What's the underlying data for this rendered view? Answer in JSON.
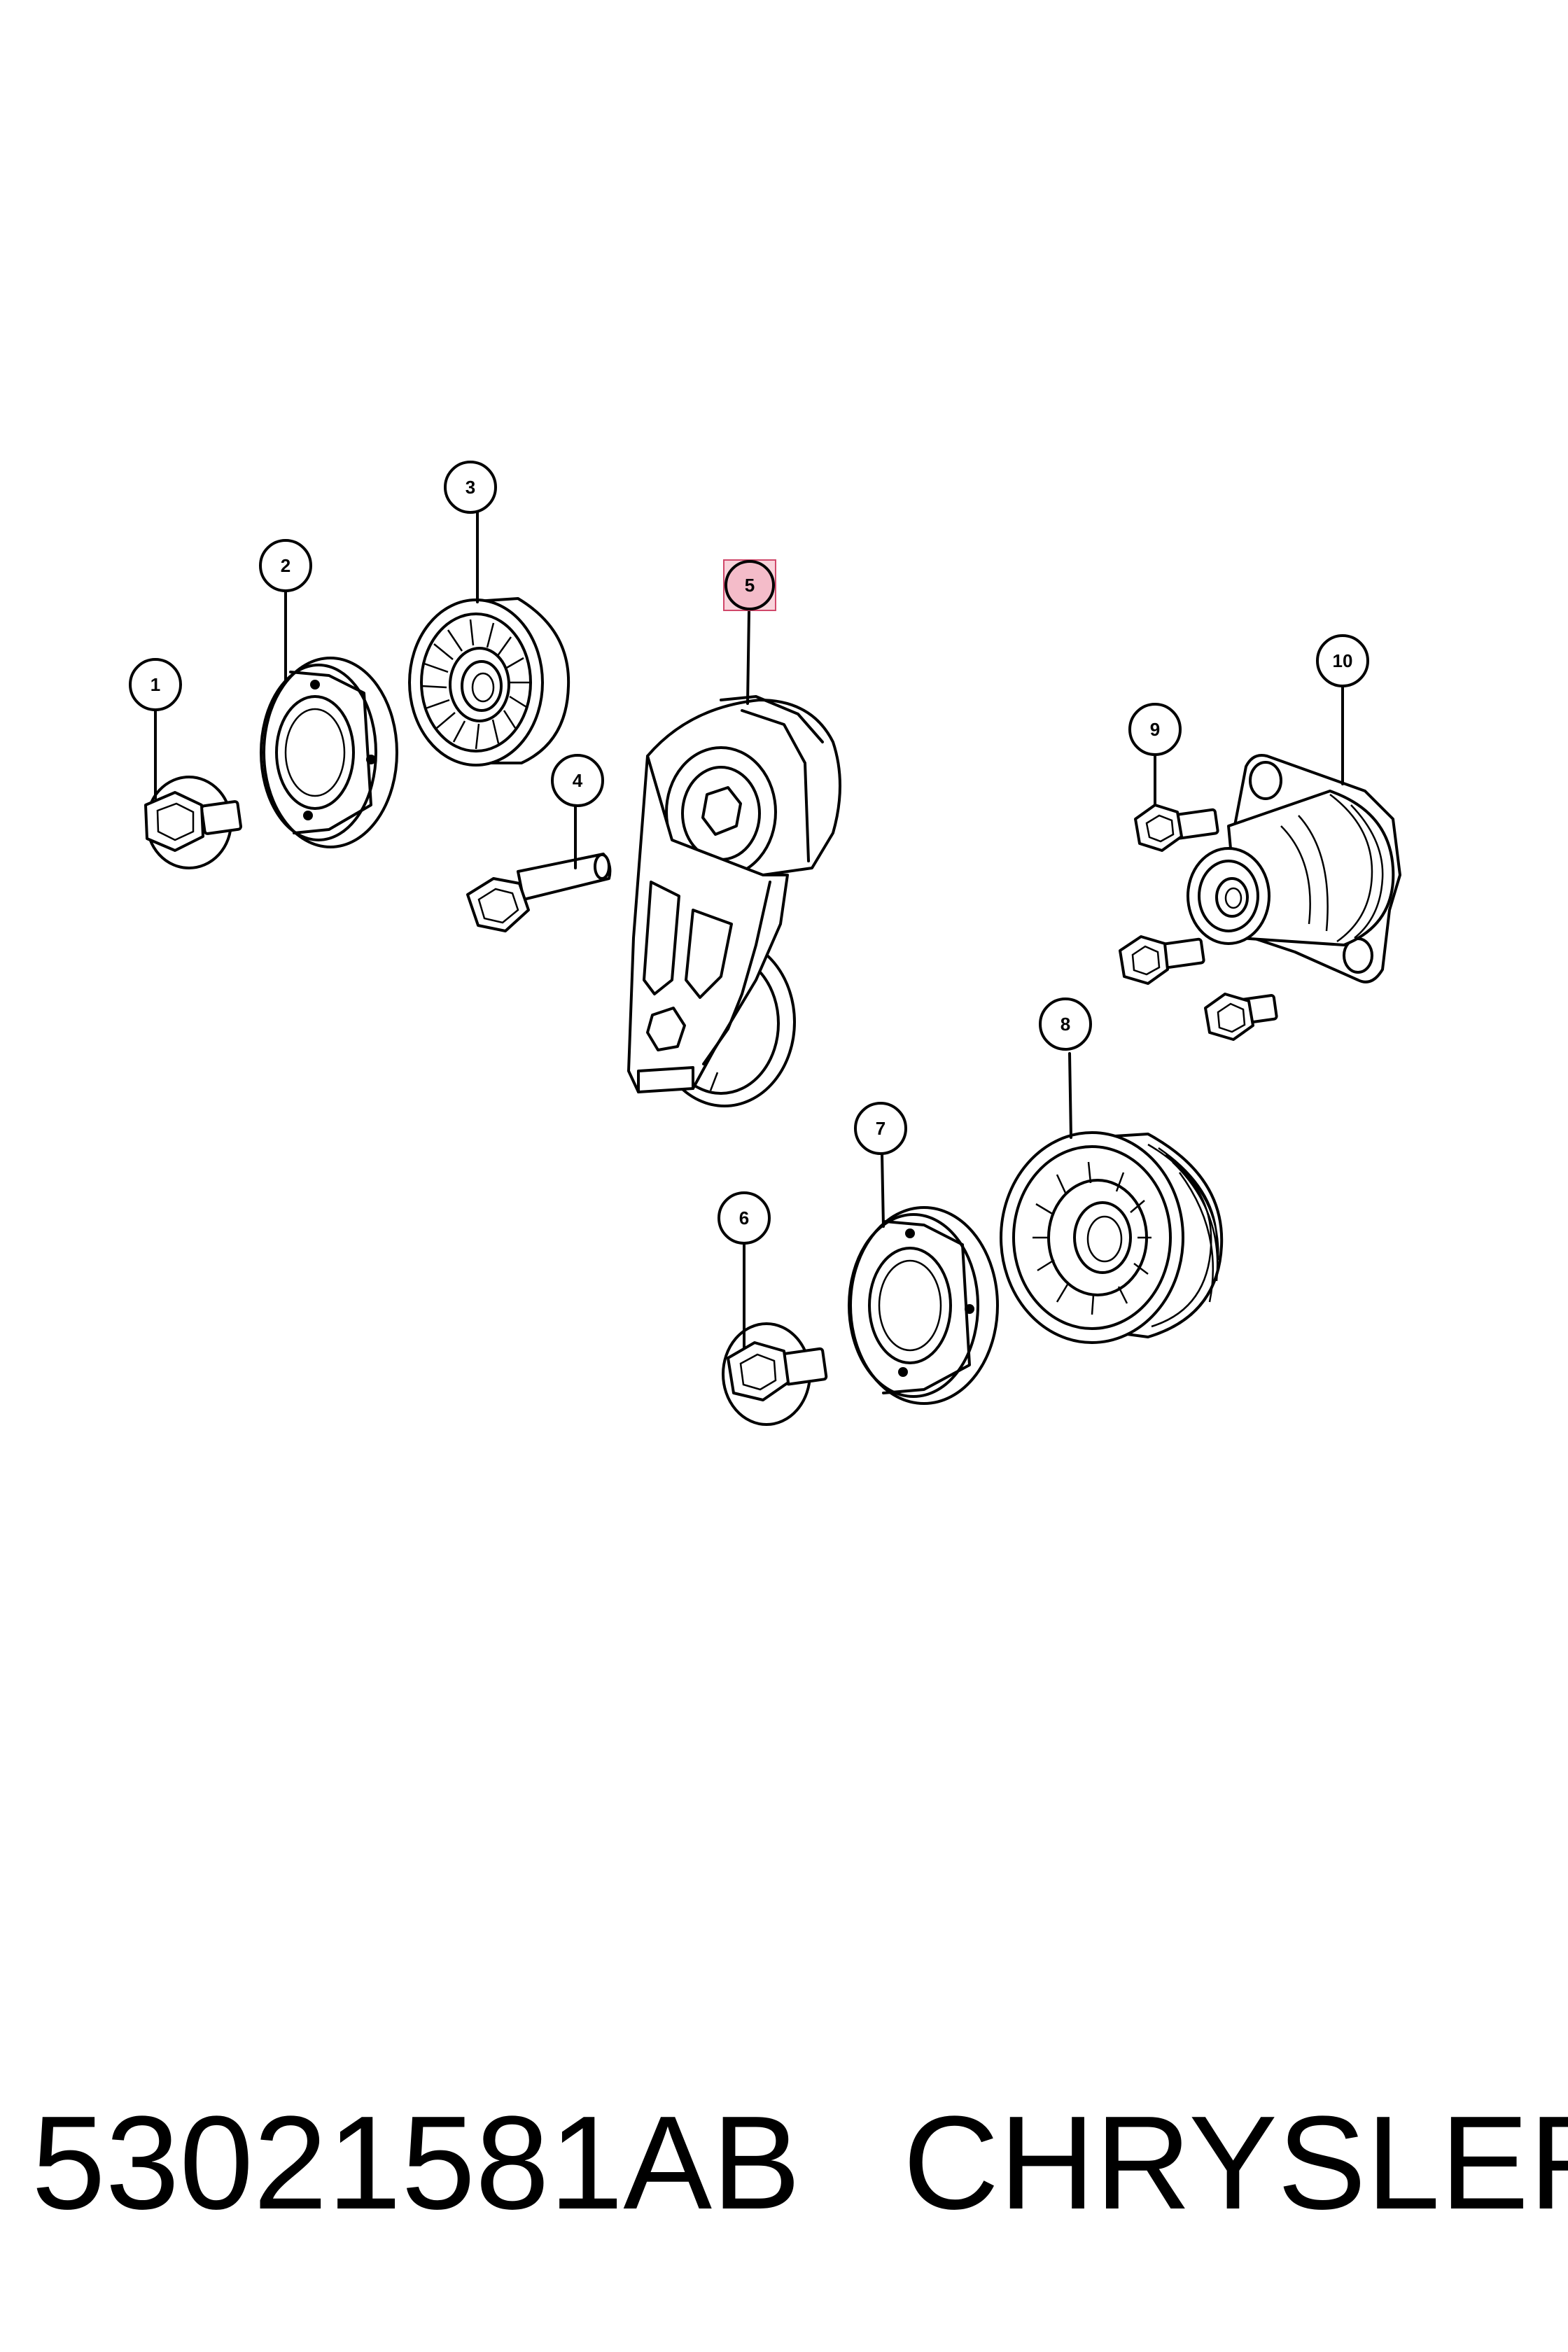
{
  "callouts": [
    {
      "label": "1"
    },
    {
      "label": "2"
    },
    {
      "label": "3"
    },
    {
      "label": "4"
    },
    {
      "label": "5",
      "highlighted": true
    },
    {
      "label": "6"
    },
    {
      "label": "7"
    },
    {
      "label": "8"
    },
    {
      "label": "9"
    },
    {
      "label": "10"
    }
  ],
  "footer": {
    "part_number": "53021581AB",
    "brand": "CHRYSLER"
  },
  "colors": {
    "highlight": "#e6506e",
    "ink": "#000000",
    "background": "#ffffff"
  }
}
